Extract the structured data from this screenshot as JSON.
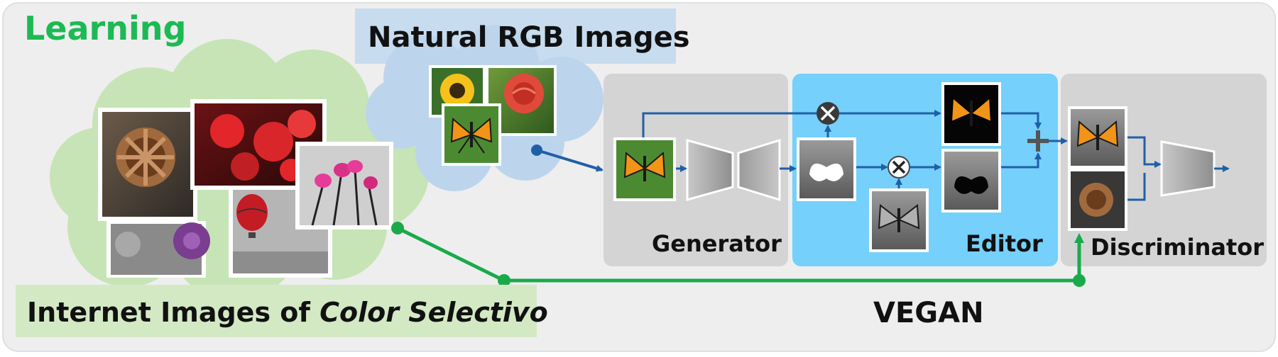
{
  "title": "Learning",
  "natural_images_label": "Natural RGB Images",
  "internet_images_label": {
    "prefix": "Internet Images of ",
    "emphasis": "Color Selectivo"
  },
  "modules": {
    "generator": "Generator",
    "editor": "Editor",
    "discriminator": "Discriminator"
  },
  "model_name": "VEGAN",
  "operators": {
    "multiply": "⊗",
    "add": "+"
  },
  "colors": {
    "learning_green": "#1db954",
    "path_green": "#1aaa4a",
    "flow_blue": "#1f5fa8",
    "editor_blue": "#75d0fb",
    "module_gray": "#d4d4d4",
    "cloud_green": "#c6e4b5",
    "cloud_blue": "#bcd5ec"
  },
  "images": [
    "photo-sepia-gerbera",
    "photo-red-lilies",
    "photo-gray-purple-flower",
    "photo-hot-air-balloon",
    "photo-pink-tulips",
    "photo-sunflower",
    "photo-pink-rose",
    "photo-monarch-butterfly",
    "mask-butterfly",
    "photo-gray-butterfly",
    "photo-color-butterfly-cutout",
    "photo-gray-background"
  ]
}
